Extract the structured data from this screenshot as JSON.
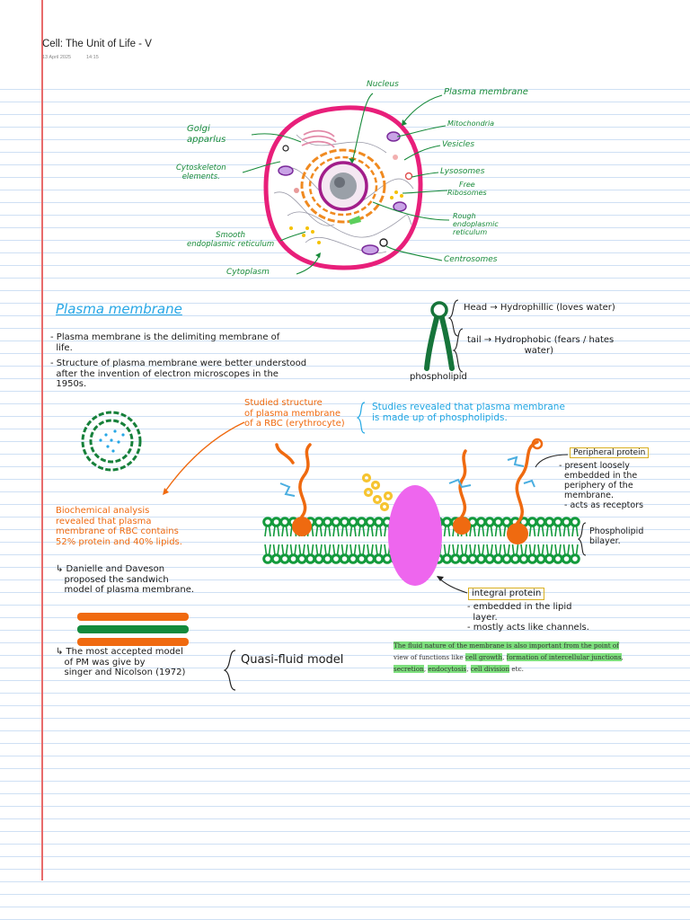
{
  "header": {
    "title": "Cell: The Unit of Life - V",
    "date": "13 April 2025",
    "time": "14:15"
  },
  "cell_diagram": {
    "labels": {
      "nucleus": "Nucleus",
      "plasma_membrane": "Plasma membrane",
      "mitochondria": "Mitochondria",
      "vesicles": "Vesicles",
      "lysosomes": "Lysosomes",
      "free_ribosomes": "Free\nRibosomes",
      "rough_er": "Rough\nendoplasmic\nreticulum",
      "centrosomes": "Centrosomes",
      "cytoplasm": "Cytoplasm",
      "smooth_er": "Smooth\nendoplasmic reticulum",
      "cytoskeleton": "Cytoskeleton\nelements.",
      "golgi": "Golgi\napparlus"
    }
  },
  "notes": {
    "heading": "Plasma membrane",
    "point1": "- Plasma membrane is the delimiting membrane of\n  life.",
    "point2": "- Structure of plasma membrane were better understood\n  after the invention of electron microscopes in the\n  1950s.",
    "studied": "Studied structure\nof plasma membrane\nof a RBC (erythrocyte)",
    "studies_revealed": "Studies revealed that plasma membrane\nis made up of phospholipids.",
    "biochemical": "Biochemical analysis\nrevealed that plasma\nmembrane of RBC contains\n52% protein and 40% lipids.",
    "danielle": "↳ Danielle and Daveson\n   proposed the sandwich\n   model of plasma membrane.",
    "most_accepted": "↳ The most accepted model\n   of PM was give by\n   singer and Nicolson (1972)",
    "quasi_fluid": "Quasi-fluid model"
  },
  "phospholipid": {
    "head_note": "Head → Hydrophillic (loves water)",
    "tail_note": "tail → Hydrophobic (fears / hates\n                    water)",
    "label": "phospholipid"
  },
  "membrane_model": {
    "peripheral_label": "Peripheral protein",
    "peripheral_note": "- present loosely\n  embedded in the\n  periphery of the\n  membrane.\n  - acts as receptors",
    "bilayer_label": "Phospholipid\nbilayer.",
    "integral_label": "integral protein",
    "integral_note": "- embedded in the lipid\n  layer.\n- mostly acts like channels."
  },
  "excerpt": {
    "line1": "The fluid nature of the membrane is also important from the point of",
    "line2a": "view of functions like ",
    "line2b": "cell growth",
    "line2c": ", ",
    "line2d": "formation of intercellular junctions",
    "line2e": ",",
    "line3a": "secretion",
    "line3b": ", ",
    "line3c": "endocytosis",
    "line3d": ", ",
    "line3e": "cell division",
    "line3f": " etc."
  },
  "colors": {
    "green_ink": "#178a3a",
    "orange_ink": "#ef6a10",
    "blue_ink": "#22a7e3",
    "membrane_pink": "#e81f7a",
    "integral_magenta": "#ee66ee",
    "highlight": "#7ee07e"
  }
}
